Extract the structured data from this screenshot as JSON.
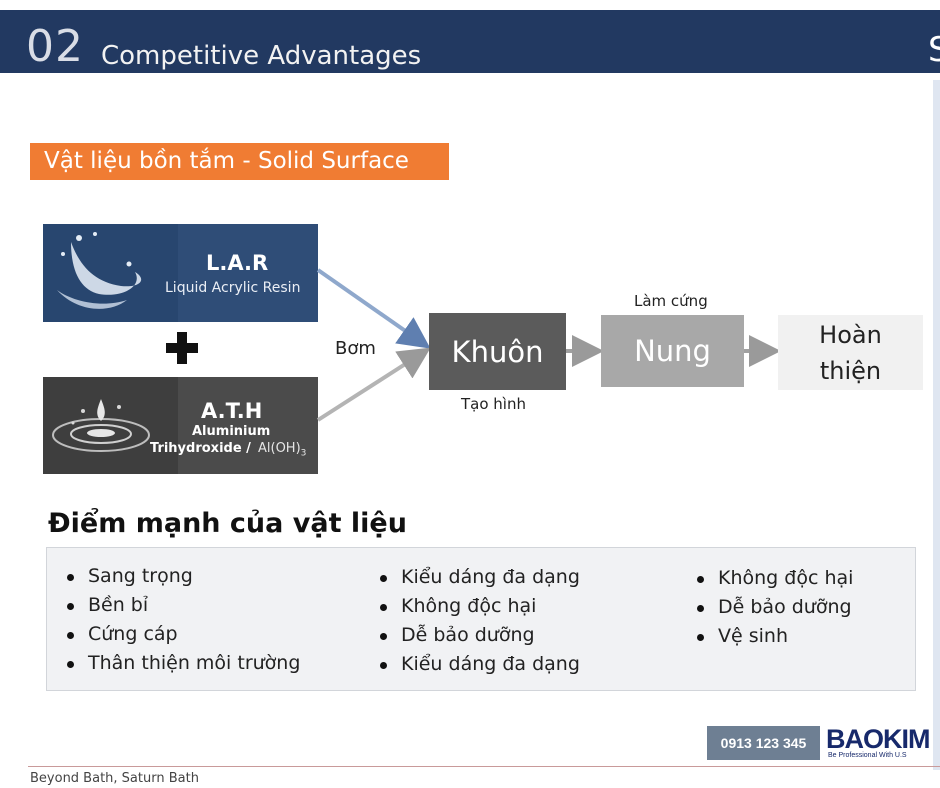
{
  "header": {
    "section_number": "02",
    "title": "Competitive Advantages",
    "edge_char": "S"
  },
  "tag": "Vật liệu bồn tắm - Solid Surface",
  "lar": {
    "title": "L.A.R",
    "subtitle": "Liquid Acrylic Resin"
  },
  "ath": {
    "title": "A.T.H",
    "line1": "Aluminium",
    "line2": "Trihydroxide /",
    "formula_main": "Al(OH)",
    "formula_sub": "3"
  },
  "flow": {
    "pump_label": "Bơm",
    "mold": "Khuôn",
    "mold_caption": "Tạo hình",
    "cure_caption": "Làm cứng",
    "fire": "Nung",
    "finish_line1": "Hoàn",
    "finish_line2": "thiện"
  },
  "strengths": {
    "title": "Điểm mạnh của vật liệu",
    "columns": [
      [
        "Sang trọng",
        "Bền bỉ",
        "Cứng cáp",
        "Thân thiện môi trường"
      ],
      [
        "Kiểu dáng đa dạng",
        "Không độc hại",
        "Dễ bảo dưỡng",
        "Kiểu dáng đa dạng"
      ],
      [
        "Không độc hại",
        "Dễ bảo dưỡng",
        "Vệ sinh"
      ]
    ]
  },
  "contact": {
    "phone": "0913 123 345",
    "logo_text": "BAOKIM",
    "logo_tagline": "Be Professional With U.S"
  },
  "footer": "Beyond Bath, Saturn Bath",
  "colors": {
    "header_bg": "#223961",
    "accent_orange": "#f07c33",
    "mold_box": "#5b5b5b",
    "fire_box": "#a8a8a8",
    "logo_blue": "#17296b"
  }
}
